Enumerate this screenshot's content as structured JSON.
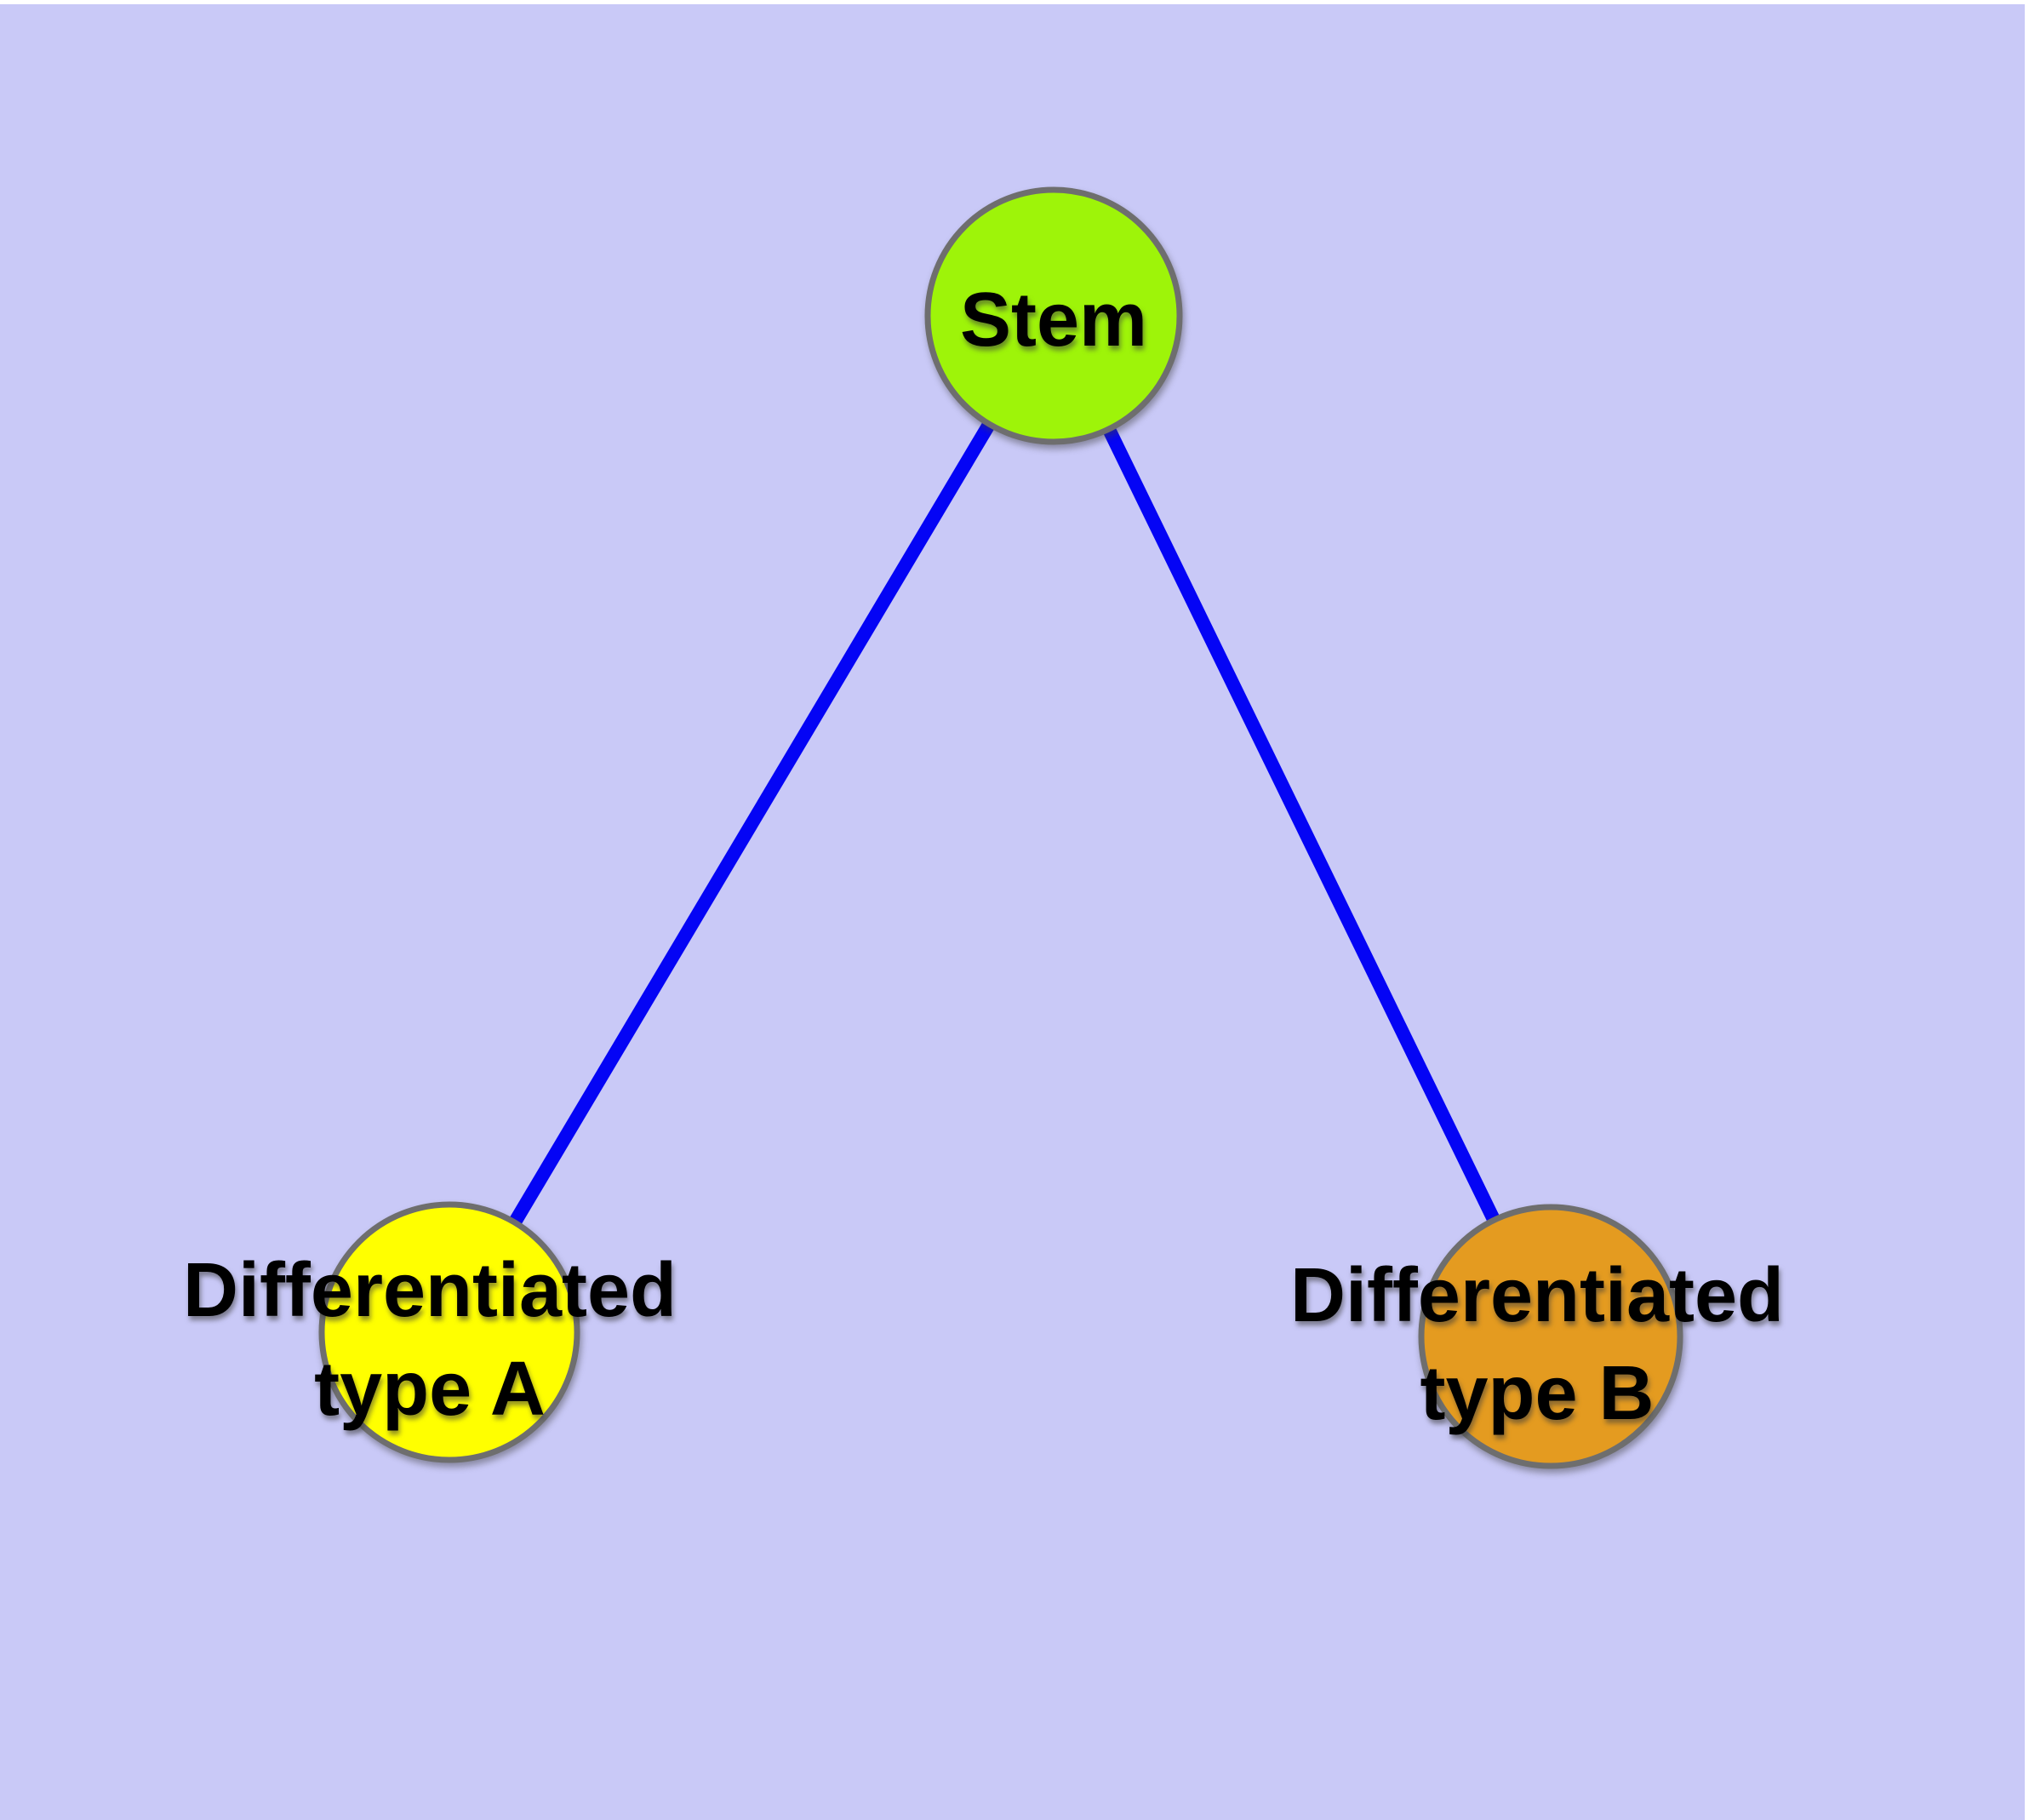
{
  "diagram": {
    "type": "graph",
    "background_color": "#c9c9f7",
    "margin_color": "#ffffff",
    "edge_color": "#0404f5",
    "node_border_color": "#6e6e6e",
    "label_color": "#000000",
    "nodes": {
      "stem": {
        "label": "Stem",
        "color": "#9ef409"
      },
      "type_a": {
        "label_line1": "Differentiated",
        "label_line2": "type A",
        "color": "#ffff00"
      },
      "type_b": {
        "label_line1": "Differentiated",
        "label_line2": "type B",
        "color": "#e49b20"
      }
    },
    "edges": [
      {
        "from": "Stem",
        "to": "Differentiated type A"
      },
      {
        "from": "Stem",
        "to": "Differentiated type B"
      }
    ]
  }
}
